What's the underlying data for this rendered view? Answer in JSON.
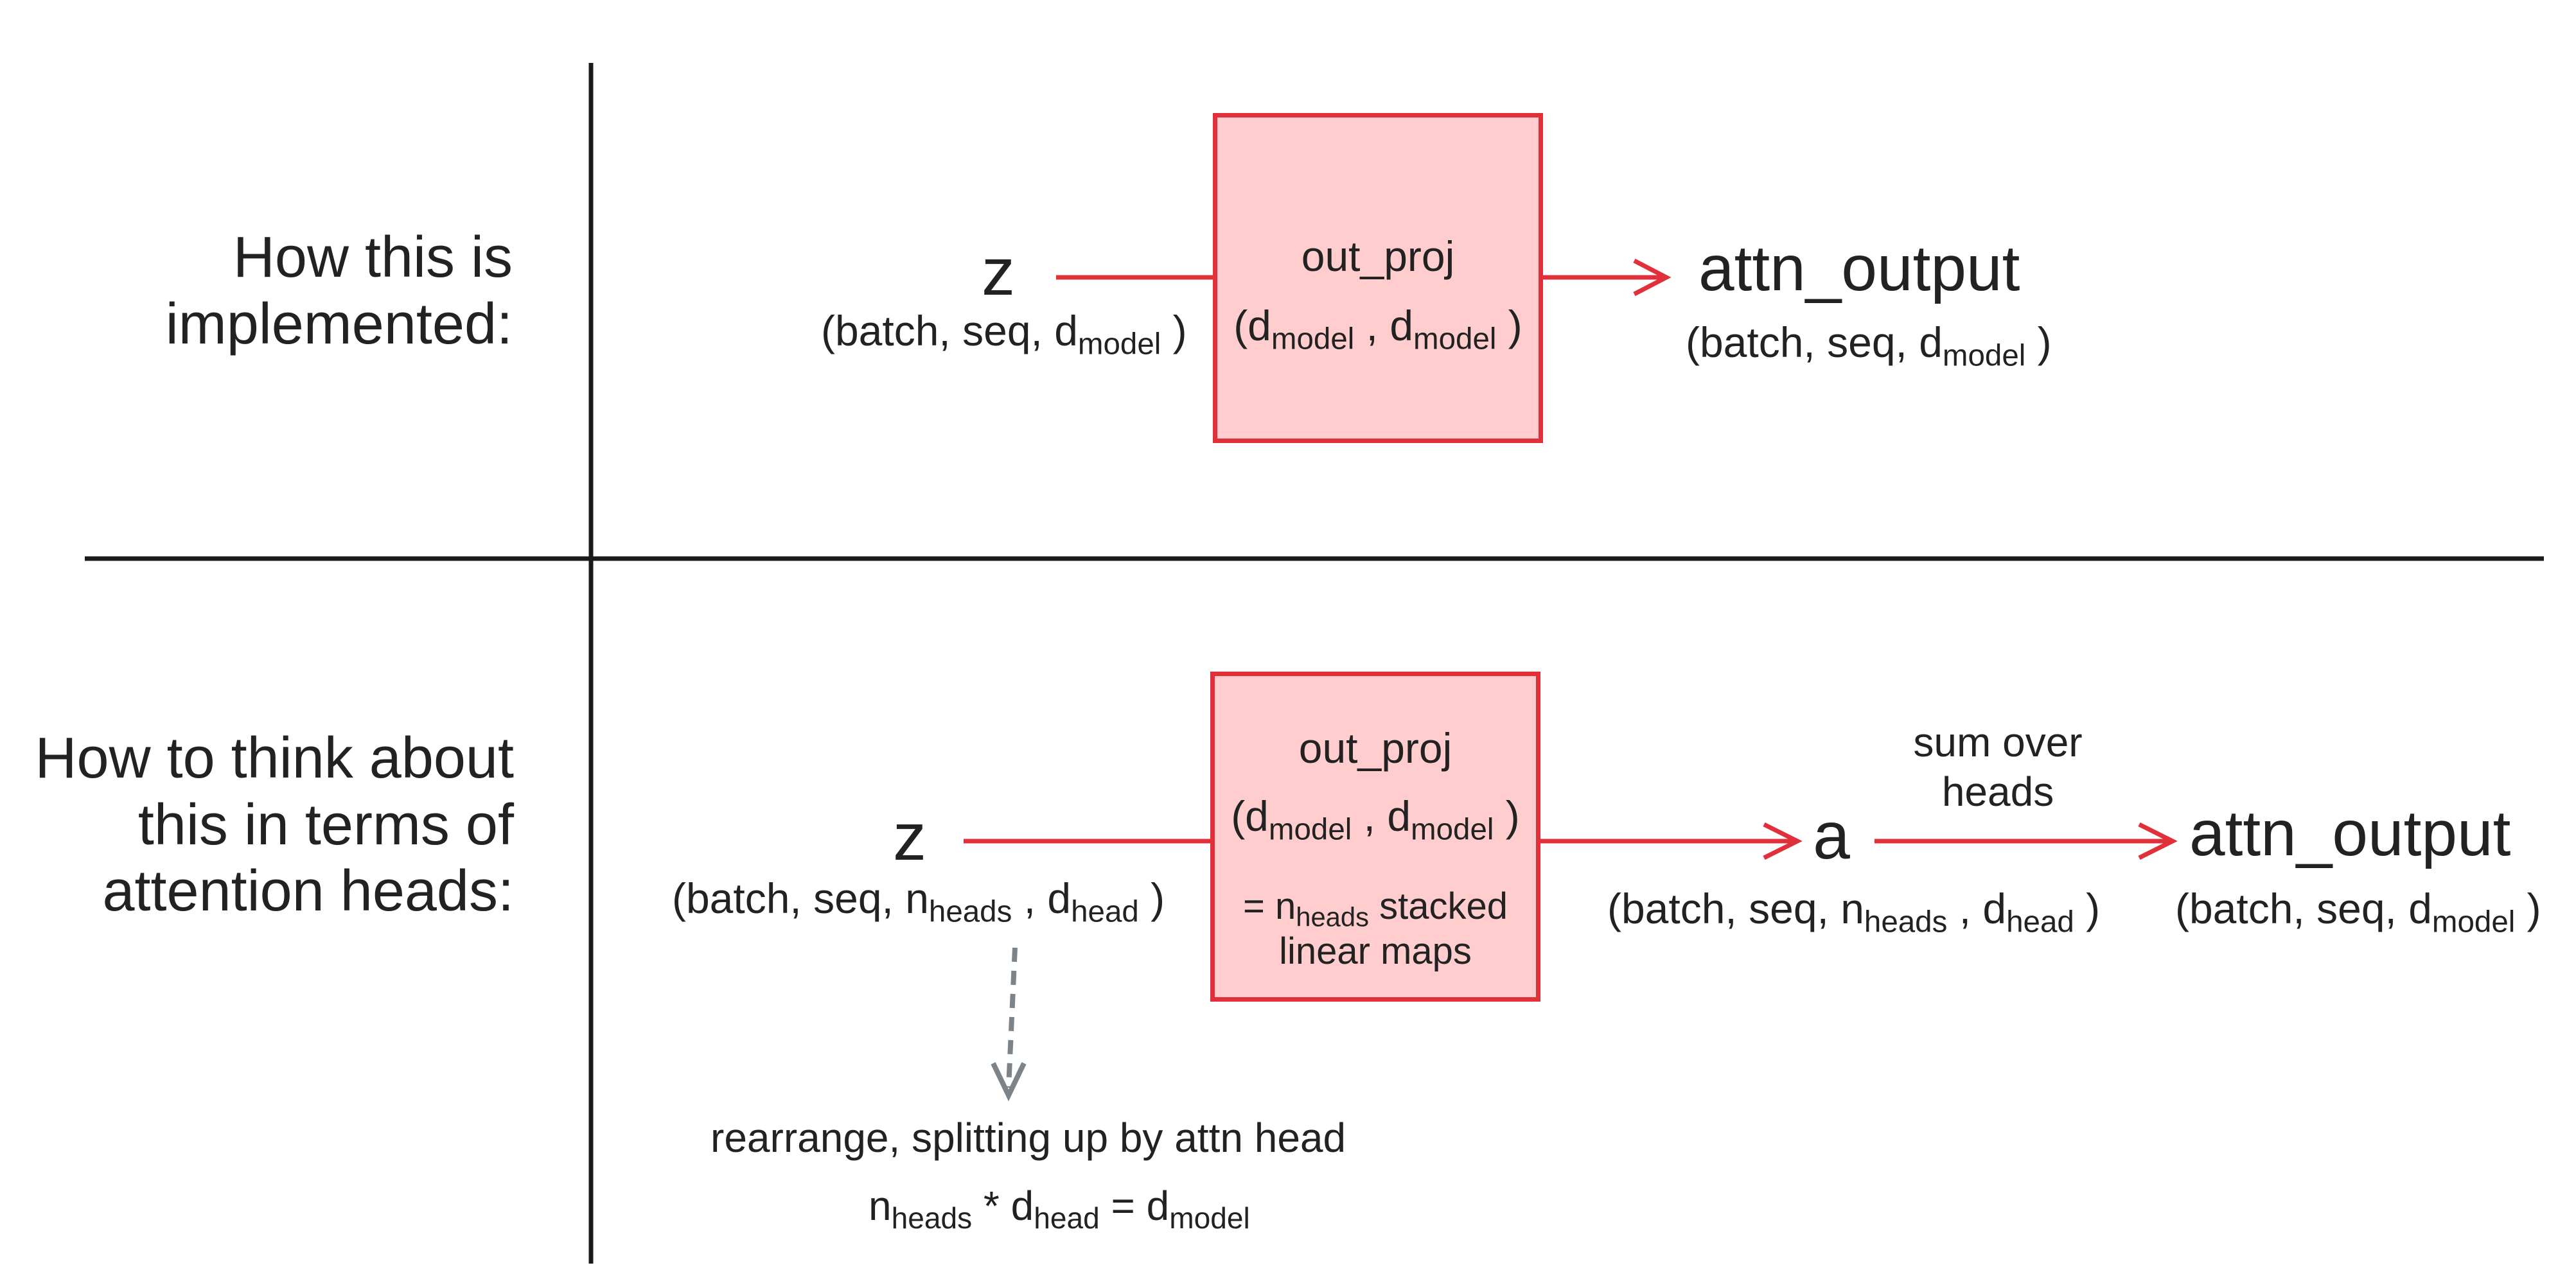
{
  "colors": {
    "line": "#e0303a",
    "box_fill": "#ffcdce",
    "divider": "#1a1a1a",
    "dashed_arrow": "#7d8489",
    "text": "#222222"
  },
  "top_row": {
    "label_line1": "How this is",
    "label_line2": "implemented:",
    "input": {
      "name": "z",
      "shape_prefix": "(batch, seq, d",
      "shape_sub": "model",
      "shape_suffix": " )"
    },
    "box": {
      "title": "out_proj",
      "shape_open": "(d",
      "shape_sub1": "model",
      "shape_sep": " , d",
      "shape_sub2": "model",
      "shape_close": " )"
    },
    "output": {
      "name": "attn_output",
      "shape_prefix": "(batch, seq, d",
      "shape_sub": "model",
      "shape_suffix": " )"
    }
  },
  "bottom_row": {
    "label_line1": "How to think about",
    "label_line2": "this in terms of",
    "label_line3": "attention heads:",
    "input": {
      "name": "z",
      "shape_prefix": "(batch, seq, n",
      "shape_sub1": "heads",
      "shape_sep": " , d",
      "shape_sub2": "head",
      "shape_suffix": " )"
    },
    "box": {
      "title": "out_proj",
      "shape_open": "(d",
      "shape_sub1": "model",
      "shape_sep": " , d",
      "shape_sub2": "model",
      "shape_close": " )",
      "note_prefix": "= n",
      "note_sub": "heads",
      "note_suffix": " stacked",
      "note_line2": "linear maps"
    },
    "middle": {
      "name": "a",
      "shape_prefix": "(batch, seq, n",
      "shape_sub1": "heads",
      "shape_sep": " , d",
      "shape_sub2": "head",
      "shape_suffix": " )"
    },
    "sum_label_line1": "sum over",
    "sum_label_line2": "heads",
    "output": {
      "name": "attn_output",
      "shape_prefix": "(batch, seq, d",
      "shape_sub": "model",
      "shape_suffix": " )"
    },
    "rearrange": {
      "text": "rearrange, splitting up by attn head",
      "eq_n": "n",
      "eq_sub1": "heads",
      "eq_mul": " * d",
      "eq_sub2": "head",
      "eq_equals": " = d",
      "eq_sub3": "model"
    }
  }
}
